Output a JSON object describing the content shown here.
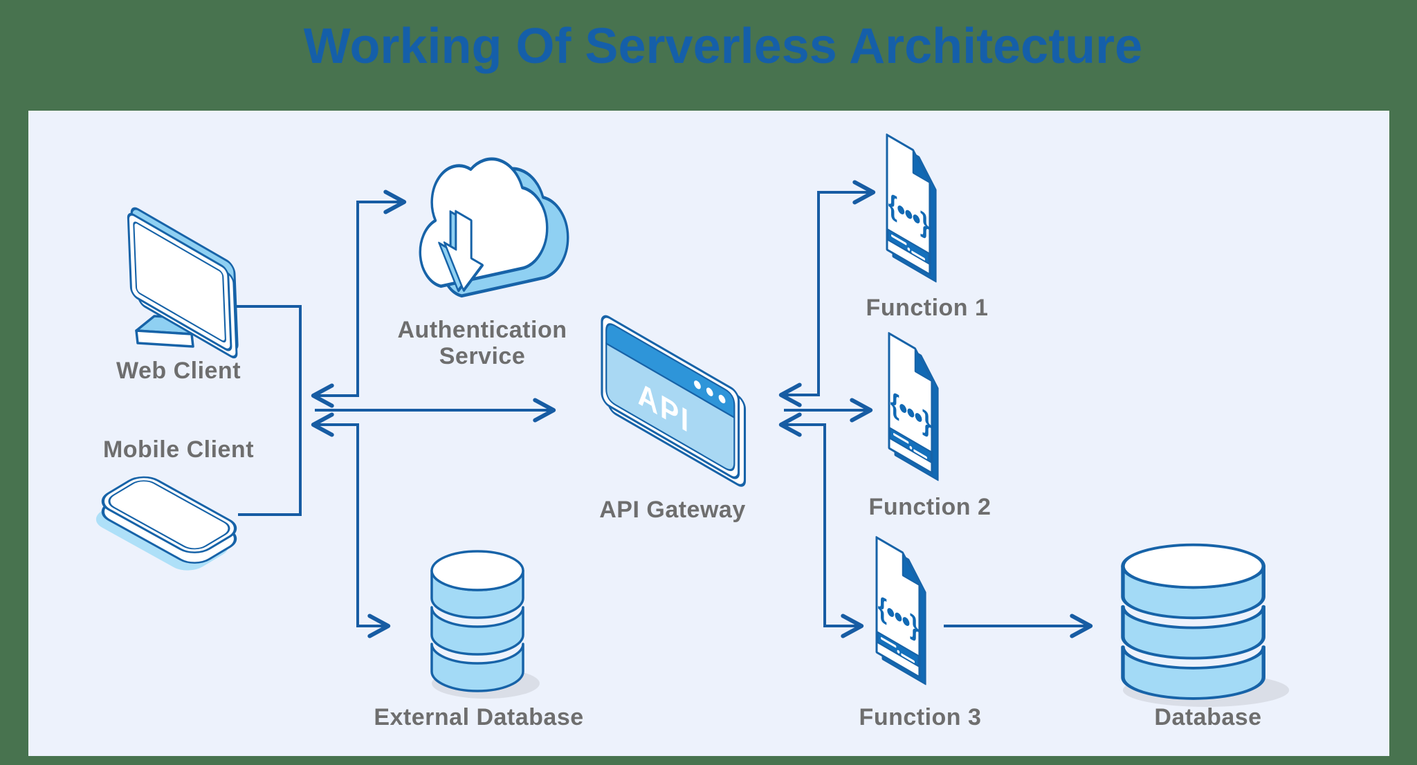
{
  "title": "Working Of Serverless Architecture",
  "nodes": {
    "web_client": {
      "label": "Web Client",
      "icon": "desktop-monitor-icon"
    },
    "mobile_client": {
      "label": "Mobile Client",
      "icon": "smartphone-icon"
    },
    "auth_service": {
      "label_lines": [
        "Authentication",
        "Service"
      ],
      "icon": "cloud-download-icon"
    },
    "api_gateway": {
      "label": "API Gateway",
      "icon": "browser-window-icon",
      "icon_text": "API"
    },
    "function_1": {
      "label": "Function 1",
      "icon": "code-file-icon"
    },
    "function_2": {
      "label": "Function 2",
      "icon": "code-file-icon"
    },
    "function_3": {
      "label": "Function 3",
      "icon": "code-file-icon"
    },
    "external_database": {
      "label": "External Database",
      "icon": "database-icon"
    },
    "database": {
      "label": "Database",
      "icon": "database-icon"
    }
  },
  "icons": {
    "code_file_glyph": "{•••}"
  },
  "connections": [
    {
      "from": "web_client",
      "to": "client-trunk",
      "arrows": "none"
    },
    {
      "from": "mobile_client",
      "to": "client-trunk",
      "arrows": "none"
    },
    {
      "from": "clients",
      "to": "auth_service",
      "arrows": "both"
    },
    {
      "from": "clients",
      "to": "api_gateway",
      "arrows": "forward"
    },
    {
      "from": "clients",
      "to": "external_database",
      "arrows": "both"
    },
    {
      "from": "api_gateway",
      "to": "function_1",
      "arrows": "both"
    },
    {
      "from": "api_gateway",
      "to": "function_2",
      "arrows": "forward"
    },
    {
      "from": "api_gateway",
      "to": "function_3",
      "arrows": "both"
    },
    {
      "from": "function_3",
      "to": "database",
      "arrows": "forward"
    }
  ],
  "colors": {
    "background_green": "#48734F",
    "panel": "#EDF2FC",
    "title_blue": "#155FA9",
    "line_blue": "#175CA3",
    "icon_outline": "#1763A8",
    "deep_blue": "#1169B4",
    "mid_blue": "#2E95D9",
    "band_blue": "#1470BC",
    "light_blue": "#A9D8F3",
    "pale_blue": "#8FD0F2",
    "cyl_blue": "#A3DAF6",
    "phone_shadow_blue": "#AEE0F8",
    "shadow_gray": "#DADEE7",
    "label_gray": "#6E6E6E"
  }
}
